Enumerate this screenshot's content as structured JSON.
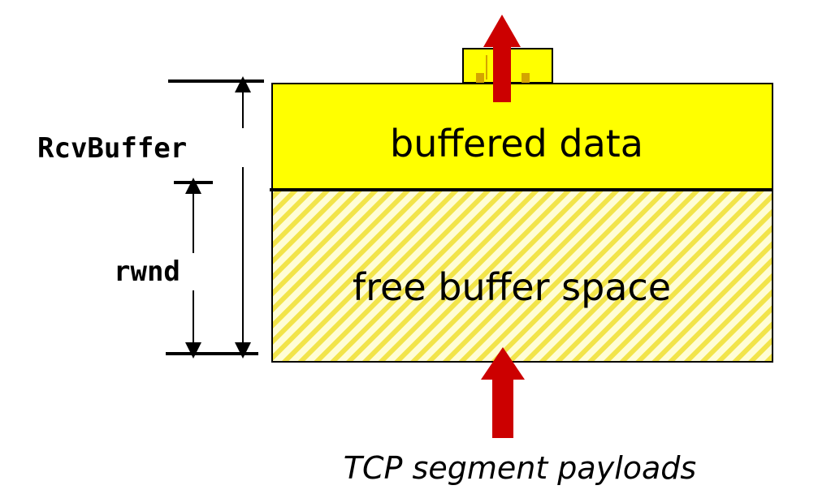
{
  "labels": {
    "rcv_buffer": "RcvBuffer",
    "rwnd": "rwnd",
    "buffered_data": "buffered data",
    "free_buffer_space": "free buffer space",
    "tcp_segment_payloads": "TCP segment payloads"
  },
  "colors": {
    "buffer_fill": "#ffff00",
    "free_space_fill": "#fffdd6",
    "hatch": "#f2e44a",
    "arrow": "#cc0000",
    "outline": "#000000",
    "packet_accent": "#d4a400"
  }
}
